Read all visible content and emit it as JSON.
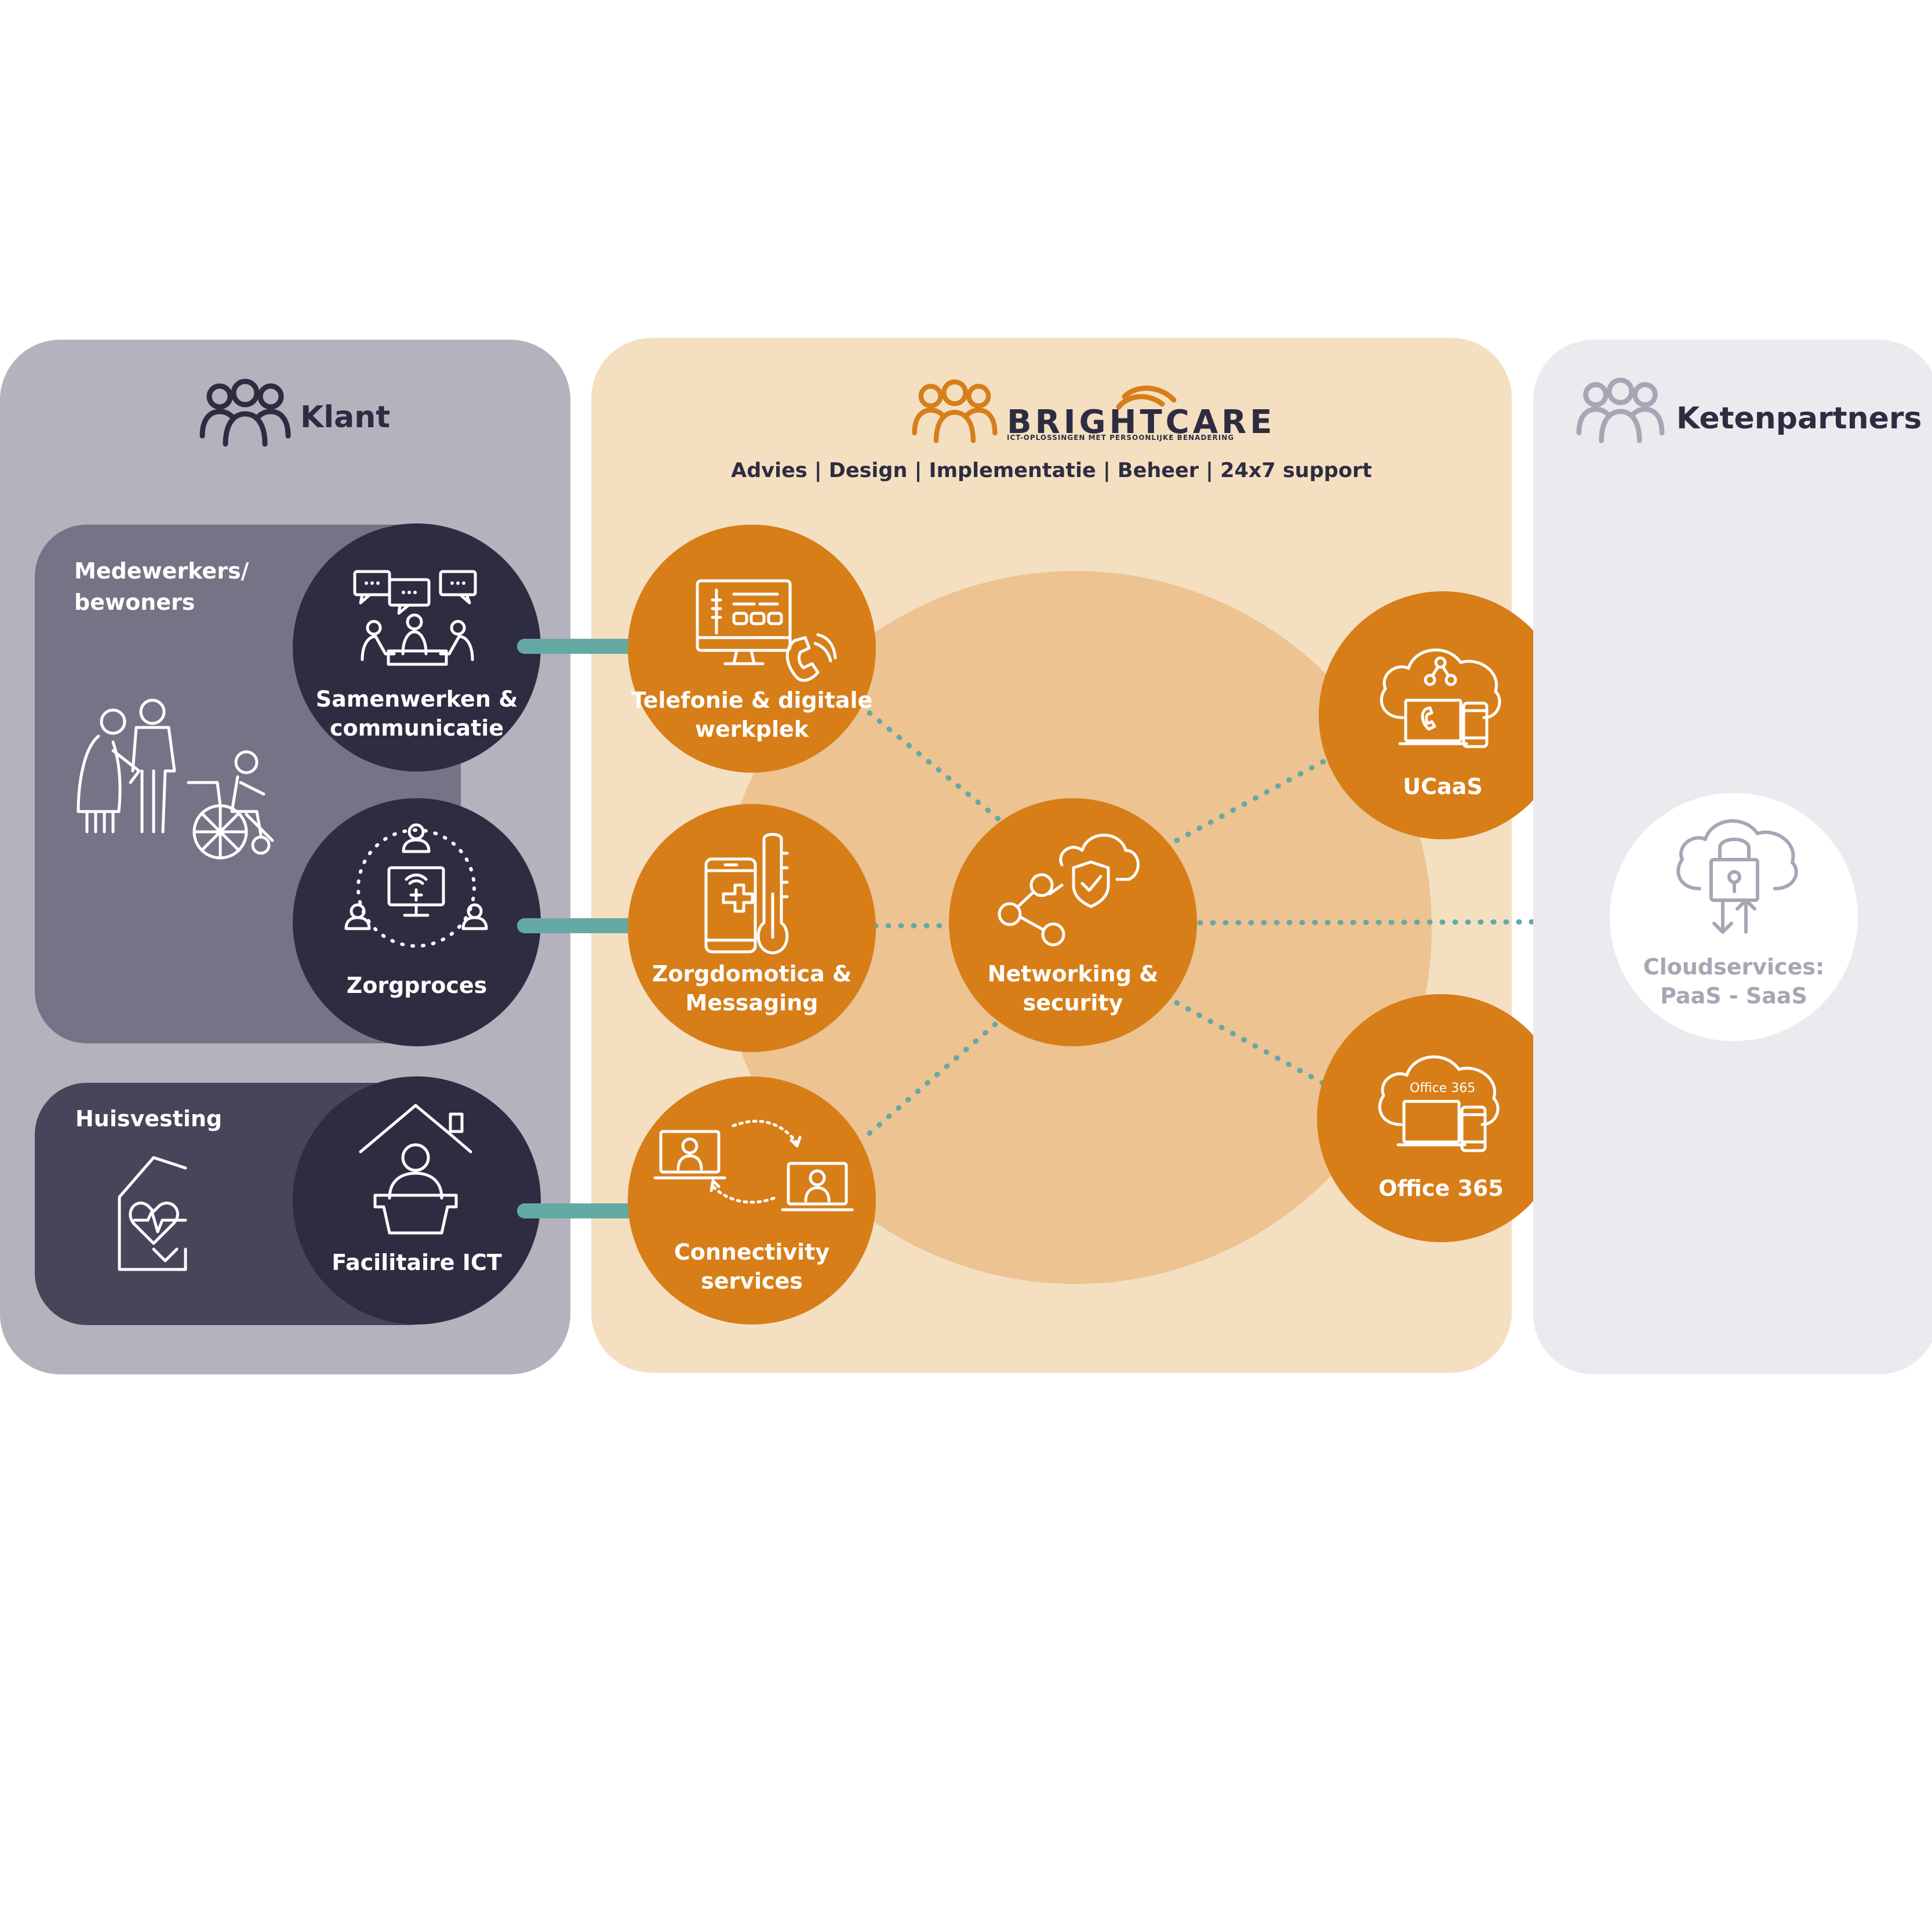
{
  "colors": {
    "klant_panel": "#b5b2be",
    "klant_inner": "#777386",
    "klant_dark": "#48455a",
    "navy": "#2e2c41",
    "brightcare_panel": "#f4dfc1",
    "brightcare_blob": "#ecc391",
    "orange": "#d77e19",
    "partner_panel": "#ebeaef",
    "partner_grey": "#a7a6b4",
    "teal": "#65a9a4"
  },
  "klant": {
    "title": "Klant",
    "icon": "people-group-icon",
    "medewerkers_label": "Medewerkers/\nbewoners",
    "huisvesting_label": "Huisvesting",
    "nodes": [
      {
        "label": "Samenwerken &\ncommunicatie",
        "icon": "meeting-chat-icon"
      },
      {
        "label": "Zorgproces",
        "icon": "care-network-icon"
      },
      {
        "label": "Facilitaire ICT",
        "icon": "reception-desk-icon"
      }
    ]
  },
  "brightcare": {
    "logo_text": "BRIGHTCARE",
    "logo_tagline": "ICT-OPLOSSINGEN MET PERSOONLIJKE BENADERING",
    "services_line": "Advies | Design | Implementatie | Beheer | 24x7 support",
    "nodes": {
      "telefonie": "Telefonie & digitale\nwerkplek",
      "zorgdomotica": "Zorgdomotica &\nMessaging",
      "connectivity": "Connectivity\nservices",
      "networking": "Networking &\nsecurity",
      "ucaas": "UCaaS",
      "office365": "Office 365",
      "office365_icon_text": "Office 365"
    }
  },
  "ketenpartners": {
    "title": "Ketenpartners",
    "icon": "people-group-icon",
    "cloud_label": "Cloudservices:\nPaaS - SaaS",
    "cloud_icon": "cloud-lock-icon"
  }
}
